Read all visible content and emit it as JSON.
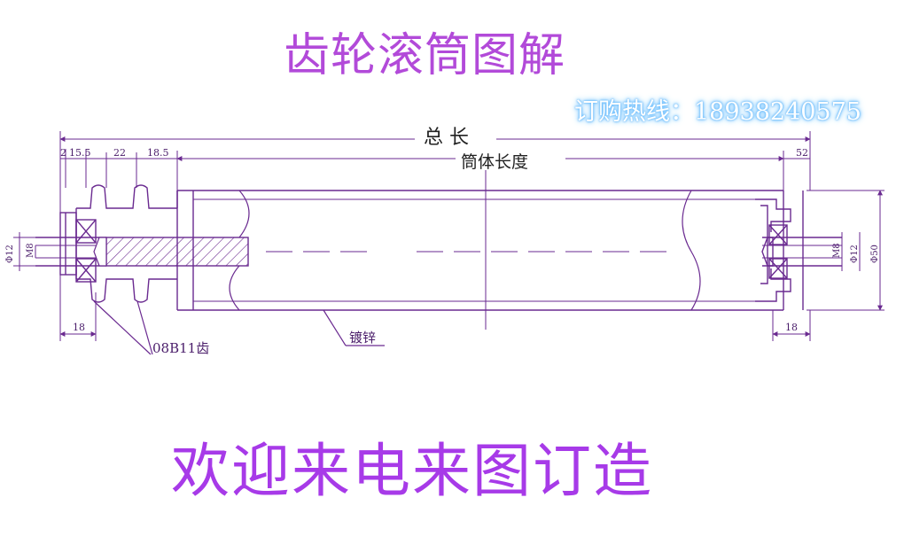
{
  "title": "齿轮滚筒图解",
  "hotline": "订购热线：18938240575",
  "footer": "欢迎来电来图订造",
  "drawing": {
    "labels": {
      "total_length": "总 长",
      "tube_length": "筒体长度",
      "galvanized": "镀锌",
      "sprocket_spec": "08B11齿"
    },
    "dimensions": {
      "left_2": "2",
      "left_15_5": "15.5",
      "left_22": "22",
      "left_18_5": "18.5",
      "left_18": "18",
      "right_52": "52",
      "right_18": "18",
      "left_phi12": "Φ12",
      "left_m8": "M8",
      "right_m8": "M8",
      "right_phi12": "Φ12",
      "right_phi50": "Φ50"
    },
    "colors": {
      "line": "#6a2a90",
      "title": "#b24ad9",
      "footer": "#a73ae8",
      "hotline_glow": "#6fc0ff"
    }
  }
}
